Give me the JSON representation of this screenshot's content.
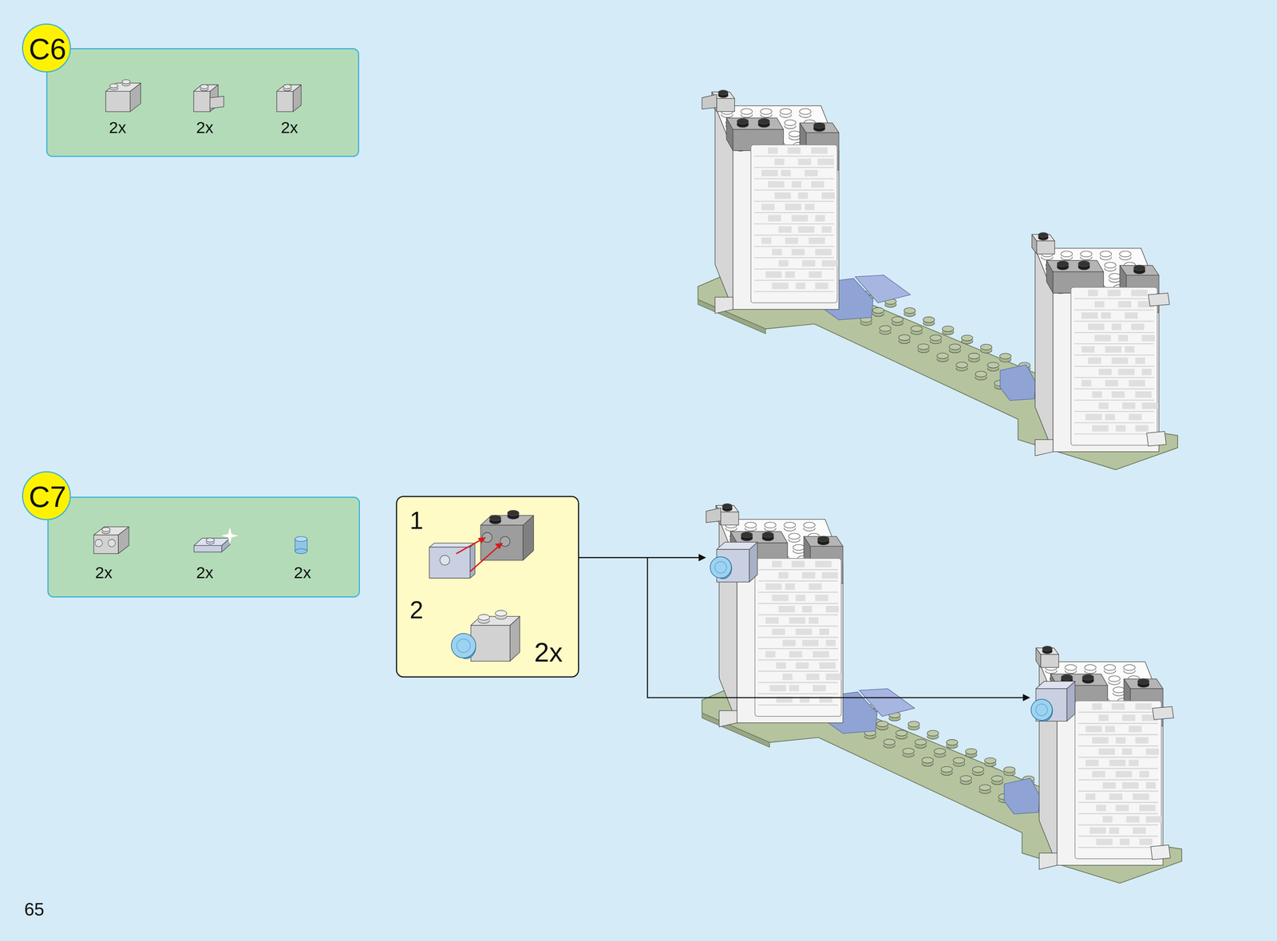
{
  "diagram": {
    "nodes": [
      {
        "text": [
          "C6"
        ]
      },
      {
        "text": [
          "2x",
          "2x",
          "2x"
        ]
      },
      {
        "text": [
          "C7"
        ]
      },
      {
        "text": [
          "2x",
          "2x",
          "2x"
        ]
      },
      {
        "text": [
          "1",
          "2",
          "2x"
        ]
      }
    ],
    "labels": [
      "65"
    ]
  }
}
